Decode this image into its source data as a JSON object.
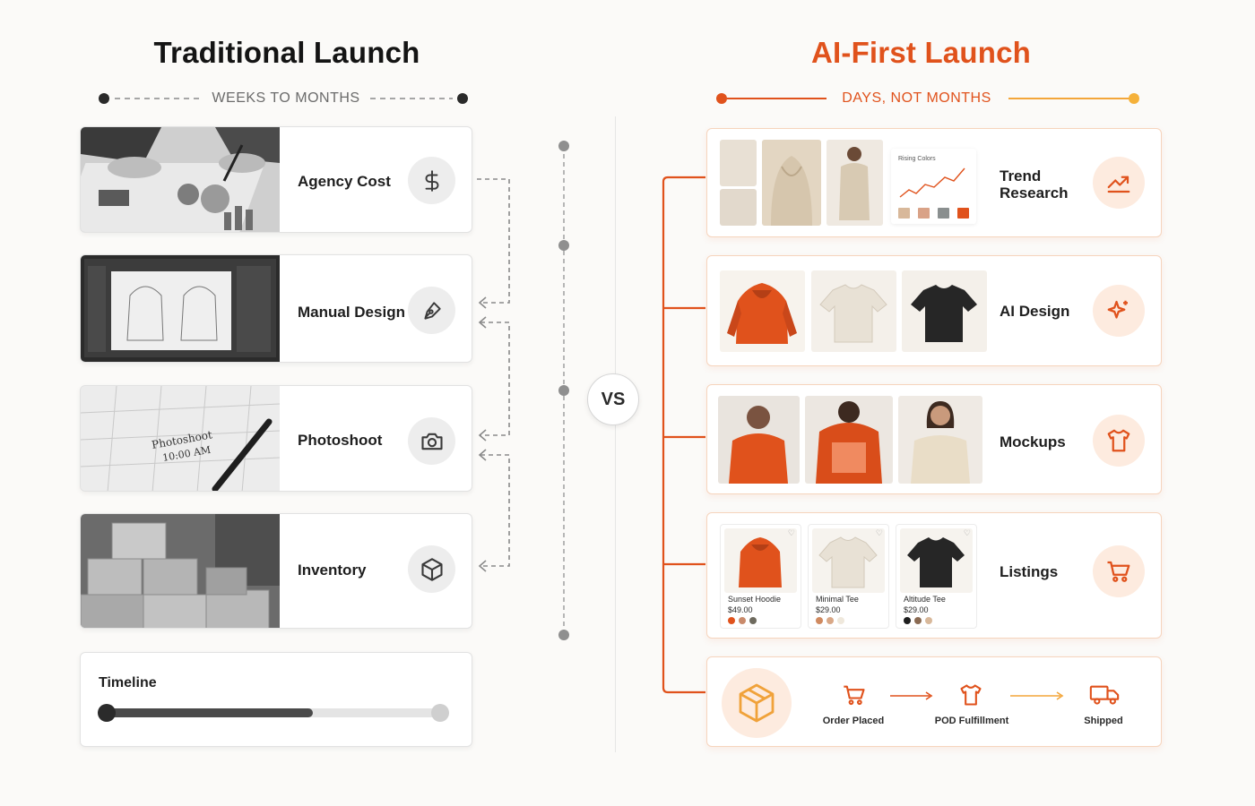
{
  "left": {
    "title": "Traditional Launch",
    "timeline_label": "WEEKS TO MONTHS",
    "steps": [
      {
        "label": "Agency Cost",
        "icon": "dollar-icon"
      },
      {
        "label": "Manual Design",
        "icon": "pen-icon"
      },
      {
        "label": "Photoshoot",
        "icon": "camera-icon"
      },
      {
        "label": "Inventory",
        "icon": "box-icon"
      }
    ],
    "calendar_note": "Photoshoot\n10:00 AM",
    "timeline_card": {
      "title": "Timeline",
      "progress": 0.62
    }
  },
  "vs_label": "VS",
  "right": {
    "title": "AI-First Launch",
    "timeline_label": "DAYS, NOT MONTHS",
    "steps": [
      {
        "label": "Trend\nResearch",
        "icon": "trend-up-icon"
      },
      {
        "label": "AI Design",
        "icon": "sparkle-icon"
      },
      {
        "label": "Mockups",
        "icon": "tshirt-icon"
      },
      {
        "label": "Listings",
        "icon": "cart-icon"
      }
    ],
    "rising_colors_title": "Rising Colors",
    "listings": [
      {
        "name": "Sunset Hoodie",
        "price": "$49.00"
      },
      {
        "name": "Minimal Tee",
        "price": "$29.00"
      },
      {
        "name": "Altitude Tee",
        "price": "$29.00"
      }
    ],
    "fulfillment": [
      {
        "label": "Order Placed",
        "icon": "cart-icon"
      },
      {
        "label": "POD Fulfillment",
        "icon": "tshirt-icon"
      },
      {
        "label": "Shipped",
        "icon": "truck-icon"
      }
    ]
  },
  "colors": {
    "accent": "#e0521c",
    "accent_light": "#fdebdf",
    "gray": "#4a4a4a"
  }
}
